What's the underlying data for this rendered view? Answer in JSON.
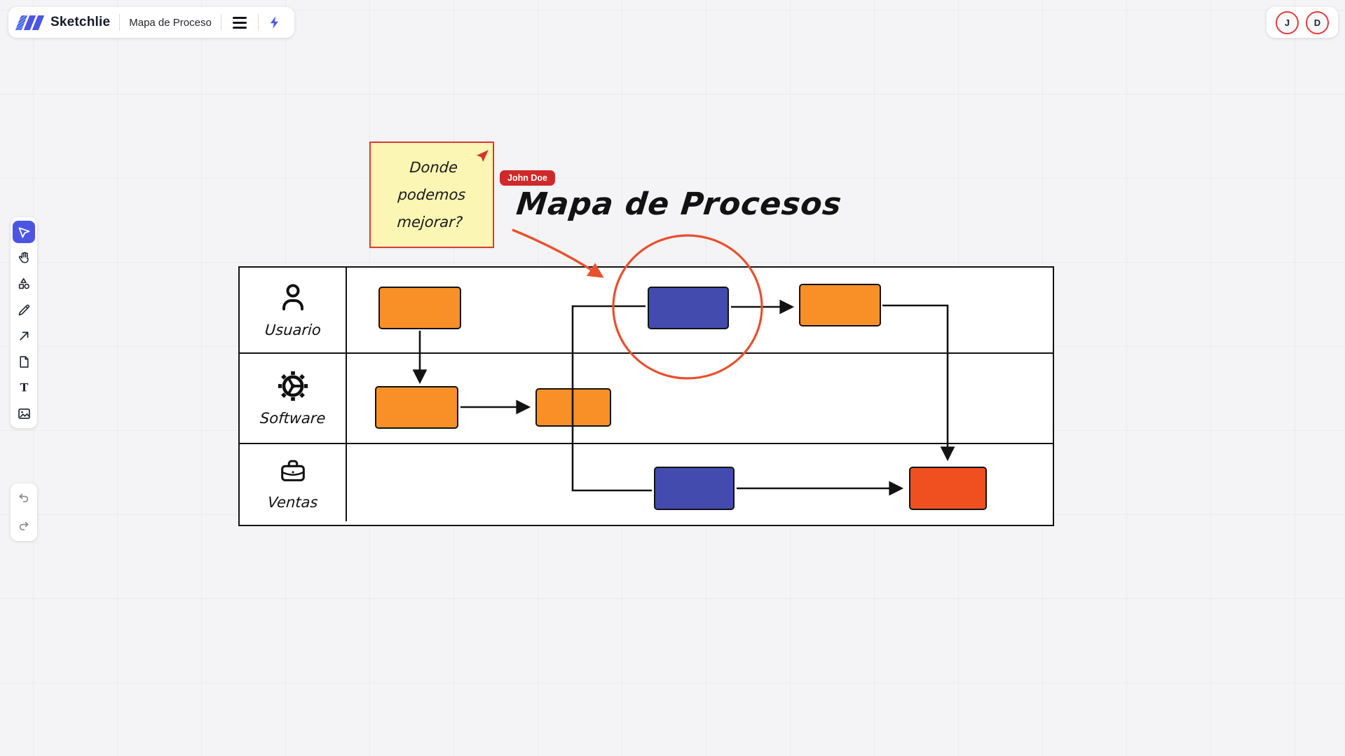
{
  "app": {
    "name": "Sketchlie"
  },
  "header": {
    "board_title": "Mapa de Proceso",
    "menu_icon": "hamburger-icon",
    "boost_icon": "lightning-icon"
  },
  "collaborators": [
    {
      "initial": "J"
    },
    {
      "initial": "D"
    }
  ],
  "toolbar": {
    "tools": [
      {
        "name": "select",
        "icon": "cursor-icon",
        "active": true
      },
      {
        "name": "pan",
        "icon": "hand-icon"
      },
      {
        "name": "shapes",
        "icon": "shapes-icon"
      },
      {
        "name": "draw",
        "icon": "pencil-icon"
      },
      {
        "name": "arrow",
        "icon": "arrow-icon"
      },
      {
        "name": "note",
        "icon": "page-icon"
      },
      {
        "name": "text",
        "icon": "text-icon",
        "glyph": "T"
      },
      {
        "name": "image",
        "icon": "image-icon"
      }
    ],
    "history": [
      {
        "name": "undo",
        "icon": "undo-icon"
      },
      {
        "name": "redo",
        "icon": "redo-icon"
      }
    ]
  },
  "canvas": {
    "title": "Mapa de Procesos",
    "sticky_note": {
      "text": "Donde podemos mejorar?",
      "author": "John Doe"
    },
    "swimlanes": [
      {
        "label": "Usuario",
        "icon": "user-icon"
      },
      {
        "label": "Software",
        "icon": "gear-icon"
      },
      {
        "label": "Ventas",
        "icon": "briefcase-icon"
      }
    ],
    "flow_boxes": [
      {
        "lane": "Usuario",
        "color": "orange"
      },
      {
        "lane": "Usuario",
        "color": "blue",
        "annotated": "circled"
      },
      {
        "lane": "Usuario",
        "color": "orange"
      },
      {
        "lane": "Software",
        "color": "orange"
      },
      {
        "lane": "Software",
        "color": "orange"
      },
      {
        "lane": "Ventas",
        "color": "blue"
      },
      {
        "lane": "Ventas",
        "color": "red"
      }
    ],
    "colors": {
      "accent": "#4C55E3",
      "orange": "#F89027",
      "blue": "#434BAE",
      "red": "#F0501F",
      "annotation": "#E8502E",
      "sticky_bg": "#FBF6B4",
      "sticky_border": "#D63C35",
      "badge": "#CE2A2A"
    }
  }
}
